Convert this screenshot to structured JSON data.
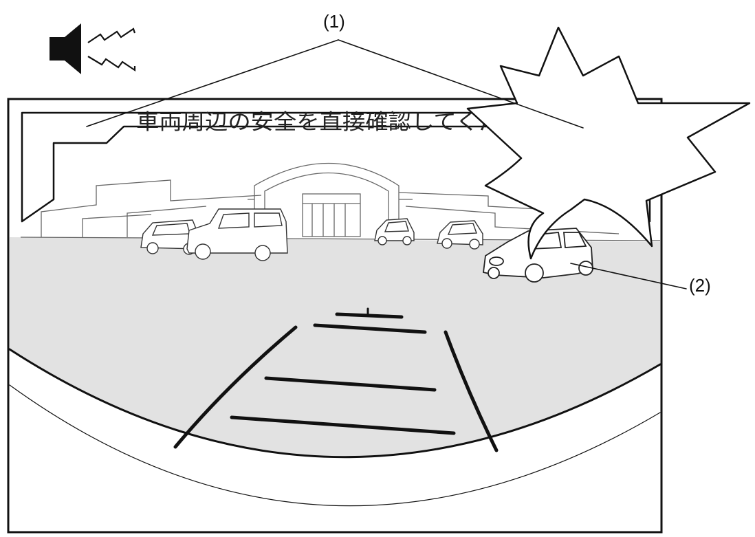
{
  "diagram": {
    "warning_message": "車両周辺の安全を直接確認してください",
    "callouts": [
      {
        "id": "alert-frame",
        "label": "(1)"
      },
      {
        "id": "approaching-vehicle",
        "label": "(2)"
      }
    ],
    "icons": [
      "speaker-icon",
      "sound-wave-icon",
      "alert-burst-icon"
    ],
    "colors": {
      "ground": "#e2e2e2",
      "line": "#111111",
      "background": "#ffffff"
    }
  }
}
